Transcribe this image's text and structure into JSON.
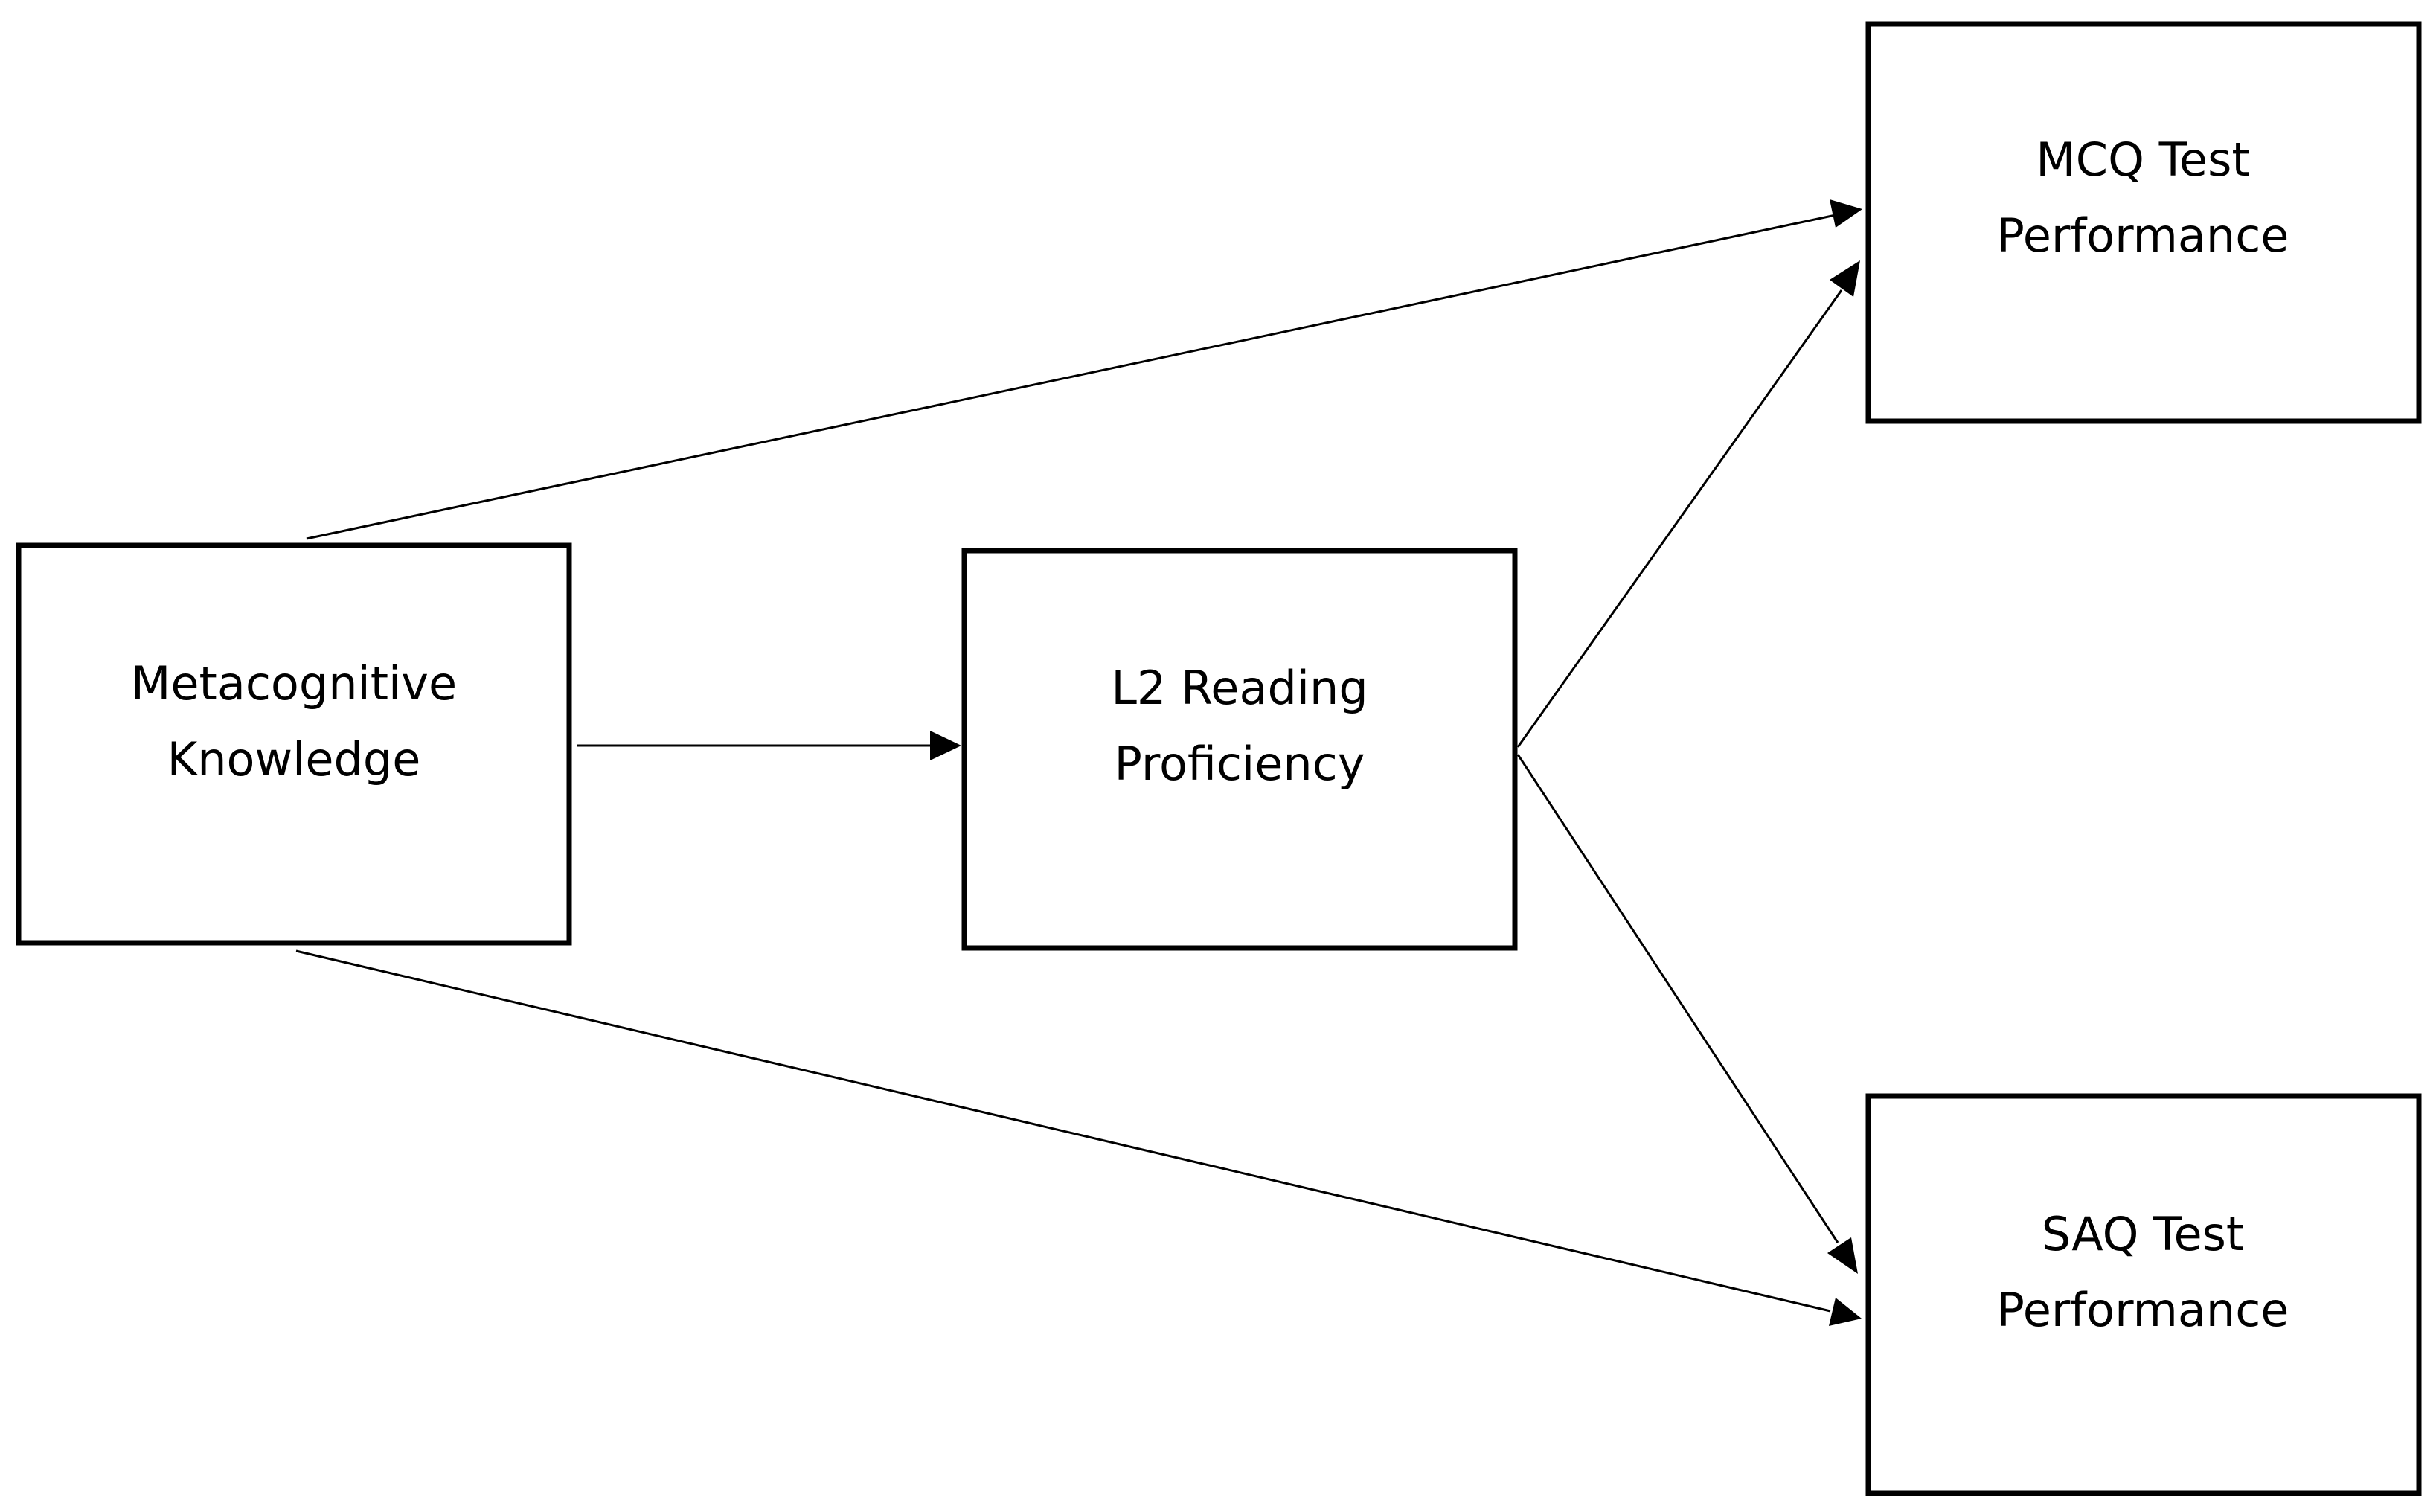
{
  "nodes": {
    "metacognitive": {
      "line1": "Metacognitive",
      "line2": "Knowledge"
    },
    "l2_reading": {
      "line1": "L2 Reading",
      "line2": "Proficiency"
    },
    "mcq": {
      "line1": "MCQ Test",
      "line2": "Performance"
    },
    "saq": {
      "line1": "SAQ Test",
      "line2": "Performance"
    }
  },
  "edges": [
    {
      "from": "Metacognitive Knowledge",
      "to": "MCQ Test Performance"
    },
    {
      "from": "Metacognitive Knowledge",
      "to": "L2 Reading Proficiency"
    },
    {
      "from": "Metacognitive Knowledge",
      "to": "SAQ Test Performance"
    },
    {
      "from": "L2 Reading Proficiency",
      "to": "MCQ Test Performance"
    },
    {
      "from": "L2 Reading Proficiency",
      "to": "SAQ Test Performance"
    }
  ]
}
